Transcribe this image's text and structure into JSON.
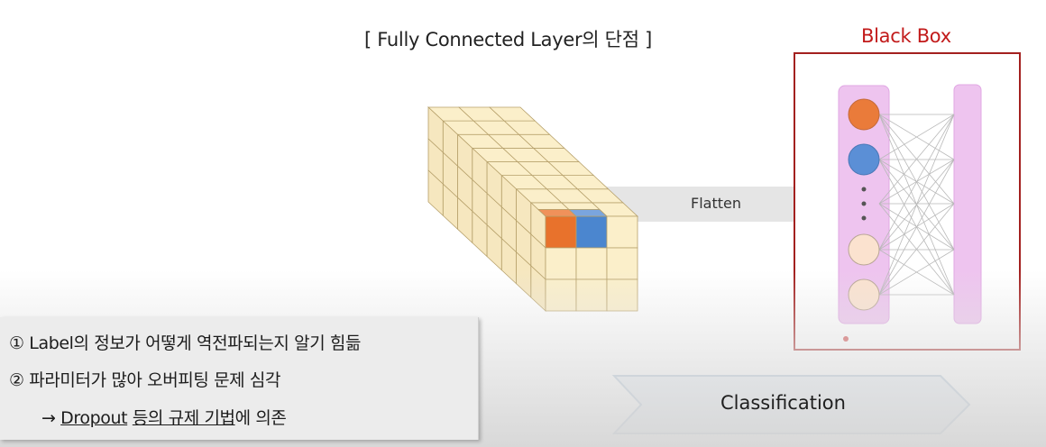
{
  "title": "[ Fully Connected Layer의 단점 ]",
  "black_box": {
    "label": "Black Box",
    "color": "#c21a1a"
  },
  "flatten": {
    "label": "Flatten"
  },
  "classification": {
    "label": "Classification"
  },
  "notes": {
    "line1": "① Label의 정보가 어떻게 역전파되는지 알기 힘듦",
    "line2": "② 파라미터가 많아 오버피팅 문제 심각",
    "line3": {
      "arrow": "→ ",
      "dropout": "Dropout",
      "space1": " ",
      "reg1": "등의 규제 기법",
      "tail": "에 의존"
    }
  },
  "colors": {
    "cube_face": "#fbefca",
    "cube_edge": "#b6a06a",
    "highlight_orange": "#e8722c",
    "highlight_blue": "#4b86cf",
    "layer_pink": "#eec4ef",
    "node_orange": "#ea7b3a",
    "node_blue": "#5b8fd6",
    "node_peach": "#fbe2cf",
    "arrow_gray": "#e4e4e4",
    "class_fill": "#dfe8f2",
    "class_stroke": "#93aec9"
  }
}
